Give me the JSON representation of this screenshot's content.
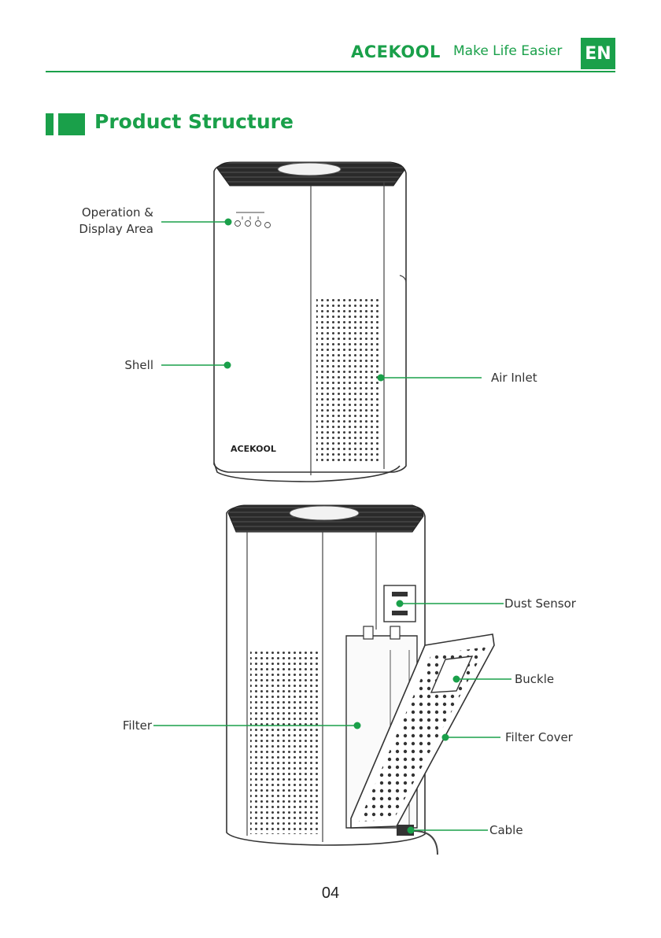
{
  "header": {
    "brand": "ACEKOOL",
    "tagline": "Make Life Easier",
    "language": "EN"
  },
  "section_title": "Product Structure",
  "labels": {
    "operation_display_line1": "Operation &",
    "operation_display_line2": "Display Area",
    "shell": "Shell",
    "air_inlet": "Air Inlet",
    "dust_sensor": "Dust Sensor",
    "buckle": "Buckle",
    "filter": "Filter",
    "filter_cover": "Filter Cover",
    "cable": "Cable"
  },
  "device_logo": "ACEKOOL",
  "page_number": "04",
  "colors": {
    "accent": "#1aa04a",
    "device_outline": "#333333",
    "device_top": "#2a2a2a"
  }
}
